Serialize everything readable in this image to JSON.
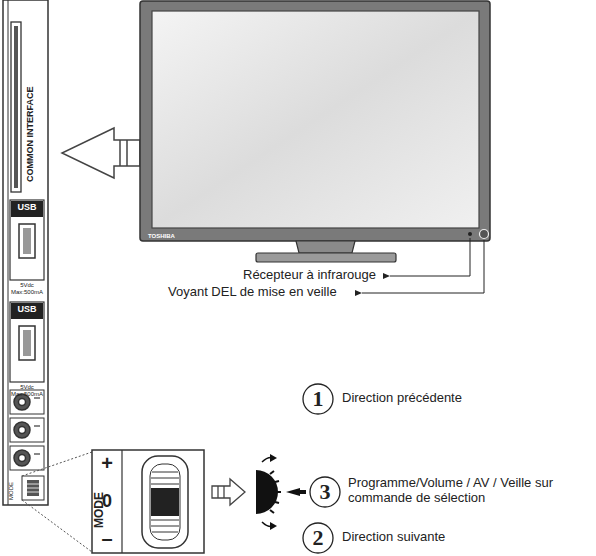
{
  "diagram": {
    "labels": [
      "COMMON INTERFACE",
      "USB",
      "5Vdc Max:500mA",
      "USB",
      "5Vdc Max:500mA",
      "MODE",
      "TOSHIBA",
      "Récepteur à infrarouge",
      "Voyant DEL de mise en veille",
      "+",
      "MODE",
      "0",
      "–",
      "1",
      "Direction précédente",
      "3",
      "Programme/Volume / AV / Veille sur commande de sélection",
      "2",
      "Direction suivante"
    ]
  }
}
